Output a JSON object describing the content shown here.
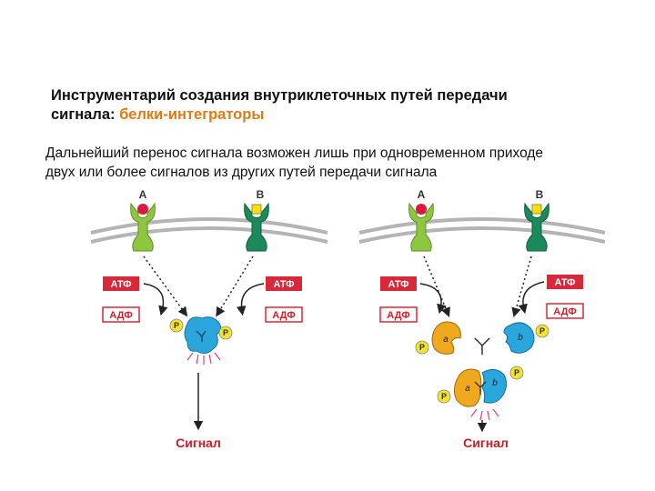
{
  "title": {
    "line1": "Инструментарий создания внутриклеточных путей передачи",
    "line2_prefix": "сигнала: ",
    "line2_accent": "белки-интеграторы"
  },
  "subtitle": {
    "line1": "Дальнейший перенос сигнала возможен лишь при одновременном приходе",
    "line2": "двух или более сигналов из других путей передачи сигнала"
  },
  "labels": {
    "receptor_a": "A",
    "receptor_b": "B",
    "atp": "АТФ",
    "adp": "АДФ",
    "phosphate": "P",
    "domain_a": "a",
    "domain_b": "b",
    "signal": "Сигнал"
  },
  "colors": {
    "accent_text": "#e07a14",
    "membrane": "#b4b4b4",
    "receptor_a": "#8ec63f",
    "receptor_b": "#1a8a5c",
    "ligand_a": "#d81b3c",
    "ligand_b": "#f2e014",
    "atp_box": "#d9283a",
    "protein_blue": "#2aa6dc",
    "protein_orange": "#f0a81e",
    "phosphate": "#f3e32c",
    "signal_text": "#c81e28",
    "glow": "#e83e6c"
  }
}
